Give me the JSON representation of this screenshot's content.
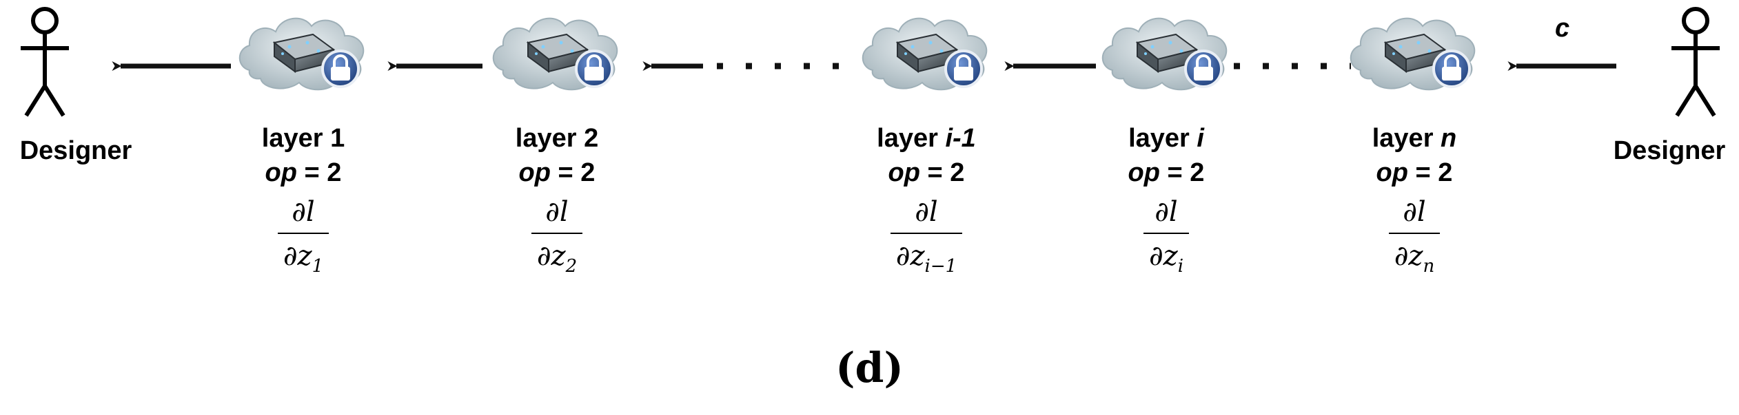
{
  "actors": {
    "left": {
      "label": "Designer"
    },
    "right": {
      "label": "Designer"
    }
  },
  "input_label": "c",
  "layers": [
    {
      "prefix": "layer",
      "index": "1",
      "index_italic": false,
      "op_var": "op",
      "op_rest": " = 2",
      "frac_num": "∂l",
      "frac_den": "∂z",
      "frac_sub": "1"
    },
    {
      "prefix": "layer",
      "index": "2",
      "index_italic": false,
      "op_var": "op",
      "op_rest": " = 2",
      "frac_num": "∂l",
      "frac_den": "∂z",
      "frac_sub": "2"
    },
    {
      "prefix": "layer",
      "index": "i-1",
      "index_italic": true,
      "op_var": "op",
      "op_rest": " = 2",
      "frac_num": "∂l",
      "frac_den": "∂z",
      "frac_sub": "i−1"
    },
    {
      "prefix": "layer",
      "index": "i",
      "index_italic": true,
      "op_var": "op",
      "op_rest": " = 2",
      "frac_num": "∂l",
      "frac_den": "∂z",
      "frac_sub": "i"
    },
    {
      "prefix": "layer",
      "index": "n",
      "index_italic": true,
      "op_var": "op",
      "op_rest": " = 2",
      "frac_num": "∂l",
      "frac_den": "∂z",
      "frac_sub": "n"
    }
  ],
  "caption": "(d)",
  "colors": {
    "cloud": "#c9d6dc",
    "lock": "#2f5597",
    "arrow": "#111111"
  }
}
